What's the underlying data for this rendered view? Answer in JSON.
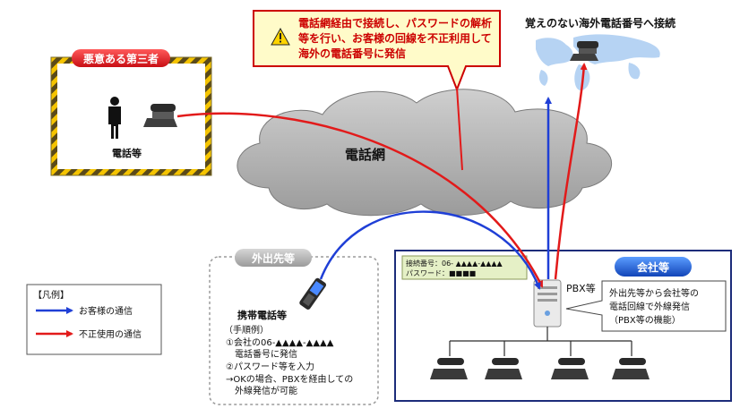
{
  "warning": {
    "lines": [
      "電話網経由で接続し、パスワードの解析",
      "等を行い、お客様の回線を不正利用して",
      "海外の電話番号に発信"
    ]
  },
  "overseas": {
    "label": "覚えのない海外電話番号へ接続"
  },
  "third_party": {
    "title": "悪意ある第三者",
    "phone_label": "電話等"
  },
  "network": {
    "label": "電話網"
  },
  "outside": {
    "title": "外出先等",
    "mobile_label": "携帯電話等",
    "steps": [
      "（手順例）",
      "①会社の06-▲▲▲▲-▲▲▲▲",
      "　電話番号に発信",
      "②パスワード等を入力",
      "→OKの場合、PBXを経由しての",
      "　外線発信が可能"
    ]
  },
  "company": {
    "title": "会社等",
    "credentials": [
      "接続番号：06- ▲▲▲▲-▲▲▲▲",
      "パスワード：■■■■"
    ],
    "pbx_label": "PBX等",
    "note": [
      "外出先等から会社等の",
      "電話回線で外線発信",
      "（PBX等の機能）"
    ]
  },
  "legend": {
    "title": "【凡例】",
    "items": [
      {
        "label": "お客様の通信",
        "color": "#1f3fd6"
      },
      {
        "label": "不正使用の通信",
        "color": "#e21a1a"
      }
    ]
  },
  "colors": {
    "blue": "#1f3fd6",
    "red": "#e21a1a",
    "warning_fill": "#fffbc9",
    "warning_text": "#cc0000",
    "badge_red": "#d9141b",
    "badge_blue": "#1b5fd9",
    "hazard_yellow": "#f5c400",
    "company_border": "#1c2c7a"
  }
}
